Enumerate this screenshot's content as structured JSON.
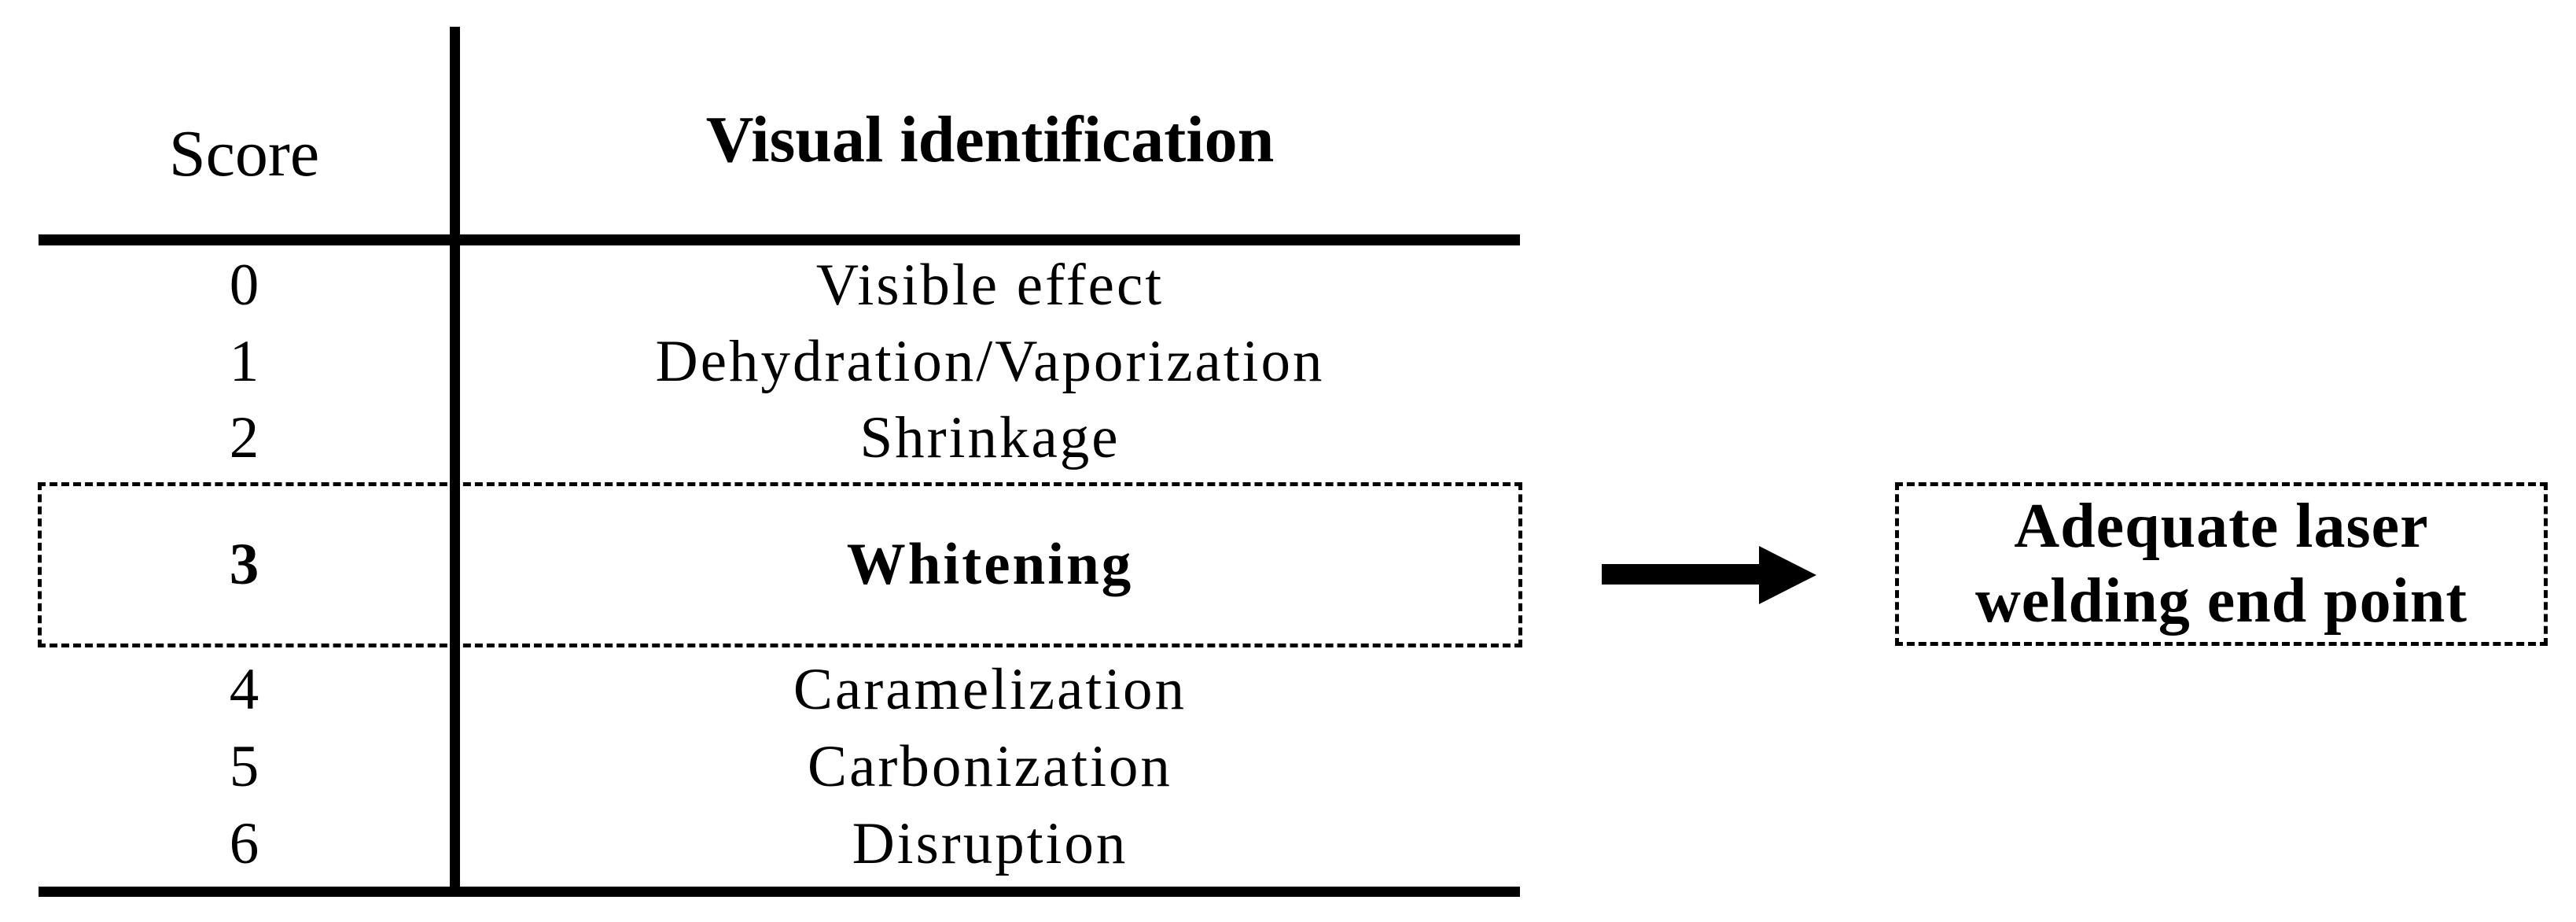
{
  "table": {
    "headers": {
      "score": "Score",
      "visual_identification": "Visual identification"
    },
    "rows": [
      {
        "score": "0",
        "label": "Visible effect",
        "highlighted": false
      },
      {
        "score": "1",
        "label": "Dehydration/Vaporization",
        "highlighted": false
      },
      {
        "score": "2",
        "label": "Shrinkage",
        "highlighted": false
      },
      {
        "score": "3",
        "label": "Whitening",
        "highlighted": true
      },
      {
        "score": "4",
        "label": "Caramelization",
        "highlighted": false
      },
      {
        "score": "5",
        "label": "Carbonization",
        "highlighted": false
      },
      {
        "score": "6",
        "label": "Disruption",
        "highlighted": false
      }
    ],
    "highlighted_row_score": "3"
  },
  "callout": {
    "line1": "Adequate laser",
    "line2": "welding end point"
  },
  "icons": {
    "arrow": "right-arrow"
  },
  "colors": {
    "ink": "#000000",
    "background": "#ffffff"
  }
}
